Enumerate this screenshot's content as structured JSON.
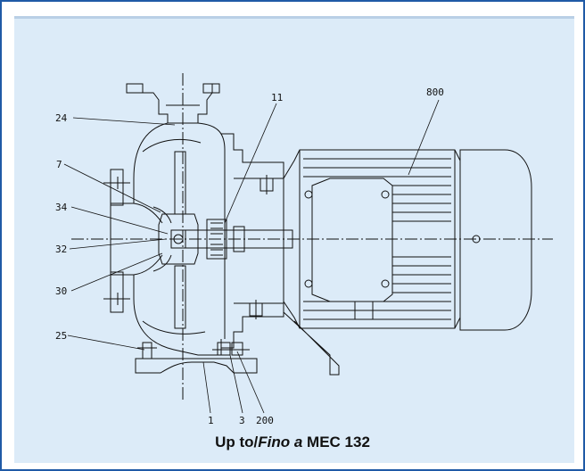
{
  "colors": {
    "frame": "#1f5aa6",
    "panel": "#dcebf8",
    "line": "#111111"
  },
  "callouts": {
    "c24": "24",
    "c7": "7",
    "c34": "34",
    "c32": "32",
    "c30": "30",
    "c25": "25",
    "c11": "11",
    "c800": "800",
    "c1": "1",
    "c3": "3",
    "c200": "200"
  },
  "caption": {
    "prefix": "Up to/",
    "italic": "Fino a",
    "suffix": " MEC 132"
  }
}
